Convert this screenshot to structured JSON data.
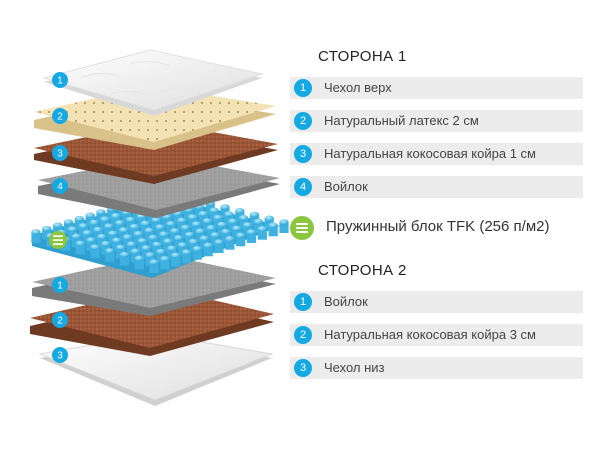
{
  "side1": {
    "title": "СТОРОНА 1",
    "items": [
      {
        "num": "1",
        "label": "Чехол верх"
      },
      {
        "num": "2",
        "label": "Натуральный латекс 2 см"
      },
      {
        "num": "3",
        "label": "Натуральная кокосовая койра 1 см"
      },
      {
        "num": "4",
        "label": "Войлок"
      }
    ]
  },
  "spring_block": {
    "label": "Пружинный блок TFK (256 п/м2)",
    "icon": "spring-block-icon"
  },
  "side2": {
    "title": "СТОРОНА 2",
    "items": [
      {
        "num": "1",
        "label": "Войлок"
      },
      {
        "num": "2",
        "label": "Натуральная кокосовая койра 3 см"
      },
      {
        "num": "3",
        "label": "Чехол низ"
      }
    ]
  },
  "colors": {
    "badge": "#14a9e2",
    "spring_badge": "#8cc63f",
    "row_bg": "#ececec",
    "cover": "#f2f2f2",
    "latex": "#f3e2b3",
    "coir": "#9a5636",
    "felt": "#9e9e9e",
    "springs": "#5cc4ea"
  }
}
